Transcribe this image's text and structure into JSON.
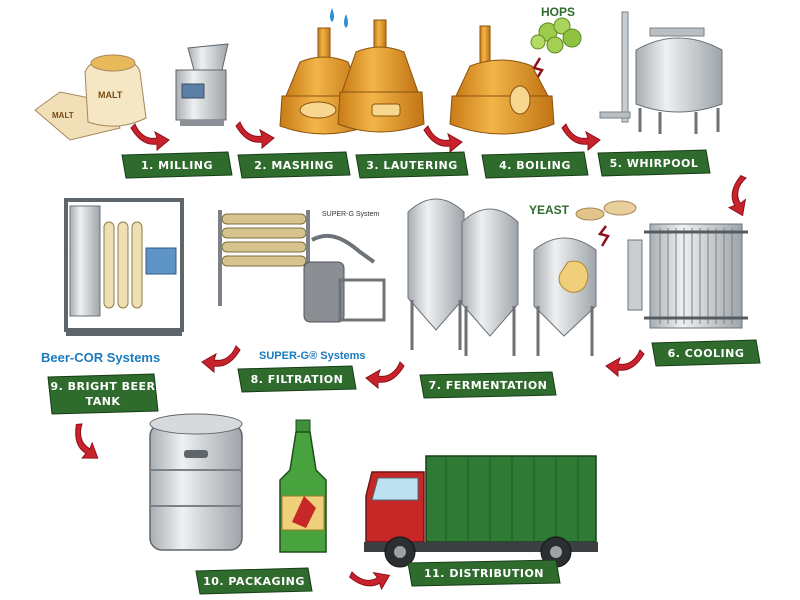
{
  "steps": [
    {
      "id": "milling",
      "label": "1. MILLING"
    },
    {
      "id": "mashing",
      "label": "2. MASHING"
    },
    {
      "id": "lautering",
      "label": "3. LAUTERING"
    },
    {
      "id": "boiling",
      "label": "4. BOILING"
    },
    {
      "id": "whirlpool",
      "label": "5. WHIRPOOL"
    },
    {
      "id": "cooling",
      "label": "6. COOLING"
    },
    {
      "id": "fermentation",
      "label": "7. FERMENTATION"
    },
    {
      "id": "filtration",
      "label": "8. FILTRATION"
    },
    {
      "id": "bright-beer-tank",
      "label": "9. BRIGHT BEER TANK"
    },
    {
      "id": "packaging",
      "label": "10. PACKAGING"
    },
    {
      "id": "distribution",
      "label": "11. DISTRIBUTION"
    }
  ],
  "ingredients": {
    "hops": "HOPS",
    "yeast": "YEAST",
    "malt": "MALT"
  },
  "systems": {
    "super_g_small": "SUPER-G System",
    "super_g_brand": "SUPER-G® Systems",
    "beer_cor": "Beer-COR Systems"
  },
  "colors": {
    "label_bg": "#2e6b2c",
    "arrow": "#c8232c",
    "copper": "#e39a2b",
    "steel": "#cfd3d6",
    "blue_brand": "#1a7bbf",
    "truck_cab": "#c62828",
    "truck_box": "#2f7a34"
  }
}
